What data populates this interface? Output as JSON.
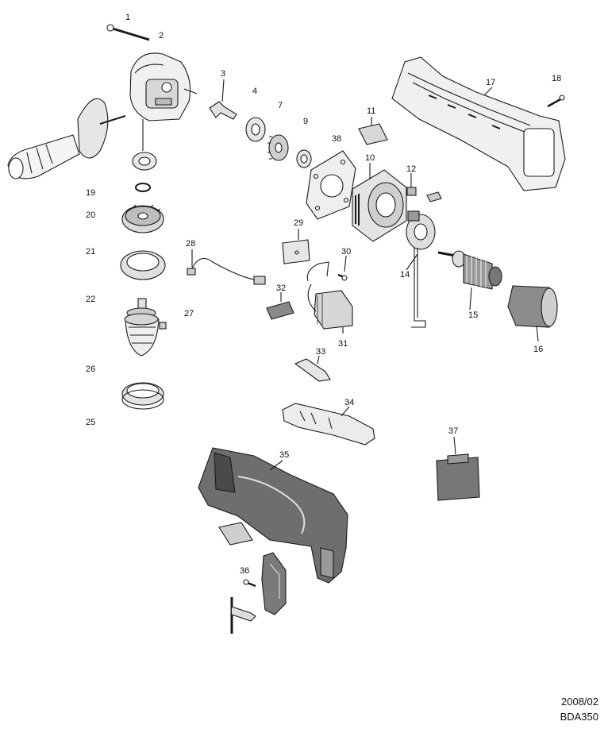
{
  "diagram": {
    "parts": [
      {
        "id": "1",
        "label": "1",
        "icon": "screw-icon"
      },
      {
        "id": "2",
        "label": "2",
        "icon": "gear-housing-icon"
      },
      {
        "id": "3",
        "label": "3",
        "icon": "spindle-icon"
      },
      {
        "id": "4",
        "label": "4",
        "icon": "ball-bearing-icon"
      },
      {
        "id": "7",
        "label": "7",
        "icon": "spur-gear-icon"
      },
      {
        "id": "9",
        "label": "9",
        "icon": "ball-bearing-icon"
      },
      {
        "id": "10",
        "label": "10",
        "icon": "fan-baffle-icon"
      },
      {
        "id": "11",
        "label": "11",
        "icon": "label-sheet-icon"
      },
      {
        "id": "12",
        "label": "12",
        "icon": "brush-icon"
      },
      {
        "id": "14",
        "label": "14",
        "icon": "brush-holder-icon"
      },
      {
        "id": "15",
        "label": "15",
        "icon": "armature-icon"
      },
      {
        "id": "16",
        "label": "16",
        "icon": "field-magnet-icon"
      },
      {
        "id": "17",
        "label": "17",
        "icon": "housing-half-icon"
      },
      {
        "id": "18",
        "label": "18",
        "icon": "tapping-screw-icon"
      },
      {
        "id": "19",
        "label": "19",
        "icon": "ball-bearing-icon"
      },
      {
        "id": "20",
        "label": "20",
        "icon": "retaining-ring-icon"
      },
      {
        "id": "21",
        "label": "21",
        "icon": "bevel-gear-icon"
      },
      {
        "id": "22",
        "label": "22",
        "icon": "oil-seal-icon"
      },
      {
        "id": "25",
        "label": "25",
        "icon": "ring-icon"
      },
      {
        "id": "26",
        "label": "26",
        "icon": "drill-chuck-icon"
      },
      {
        "id": "27",
        "label": "27",
        "icon": "small-block-icon"
      },
      {
        "id": "28",
        "label": "28",
        "icon": "lead-wire-icon"
      },
      {
        "id": "29",
        "label": "29",
        "icon": "plate-icon"
      },
      {
        "id": "30",
        "label": "30",
        "icon": "screw-icon"
      },
      {
        "id": "31",
        "label": "31",
        "icon": "switch-icon"
      },
      {
        "id": "32",
        "label": "32",
        "icon": "switch-lever-icon"
      },
      {
        "id": "33",
        "label": "33",
        "icon": "lever-icon"
      },
      {
        "id": "34",
        "label": "34",
        "icon": "switch-trigger-icon"
      },
      {
        "id": "35",
        "label": "35",
        "icon": "housing-set-icon"
      },
      {
        "id": "36",
        "label": "36",
        "icon": "hook-icon"
      },
      {
        "id": "37",
        "label": "37",
        "icon": "terminal-icon"
      },
      {
        "id": "38",
        "label": "38",
        "icon": "gasket-icon"
      }
    ],
    "side_handle_icon": "side-handle-icon",
    "chuck_key_icon": "chuck-key-icon"
  },
  "footer": {
    "date": "2008/02",
    "model": "BDA350"
  },
  "colors": {
    "line": "#1a1a1a",
    "fill_light": "#f2f2f2",
    "fill_mid": "#c8c8c8",
    "fill_dark": "#555555"
  }
}
